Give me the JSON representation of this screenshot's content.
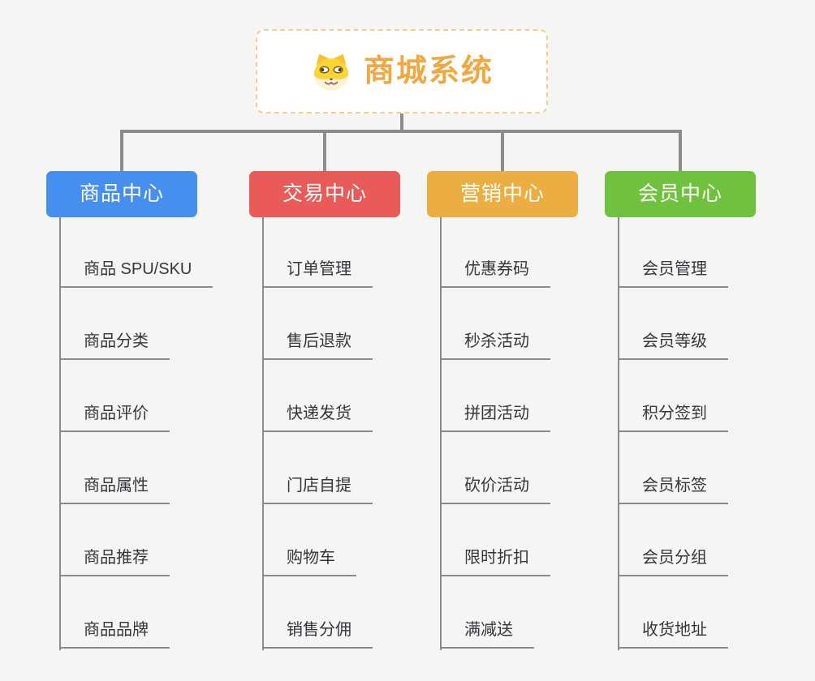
{
  "page": {
    "background_color": "#F5F5F4",
    "connector_color": "#8C8C8C",
    "item_text_color": "#33363D",
    "item_underline_color": "#8A8A8A"
  },
  "root": {
    "title": "商城系统",
    "icon": "doge-dog-icon",
    "text_color": "#F0A843",
    "border_color": "#F2CE96",
    "background_color": "#FFFFFF"
  },
  "branches": [
    {
      "id": "product-center",
      "label": "商品中心",
      "color": "#478FEE",
      "items": [
        "商品 SPU/SKU",
        "商品分类",
        "商品评价",
        "商品属性",
        "商品推荐",
        "商品品牌"
      ]
    },
    {
      "id": "trade-center",
      "label": "交易中心",
      "color": "#E85B58",
      "items": [
        "订单管理",
        "售后退款",
        "快递发货",
        "门店自提",
        "购物车",
        "销售分佣"
      ]
    },
    {
      "id": "marketing-center",
      "label": "营销中心",
      "color": "#ECAE42",
      "items": [
        "优惠券码",
        "秒杀活动",
        "拼团活动",
        "砍价活动",
        "限时折扣",
        "满减送"
      ]
    },
    {
      "id": "member-center",
      "label": "会员中心",
      "color": "#6FC13E",
      "items": [
        "会员管理",
        "会员等级",
        "积分签到",
        "会员标签",
        "会员分组",
        "收货地址"
      ]
    }
  ]
}
